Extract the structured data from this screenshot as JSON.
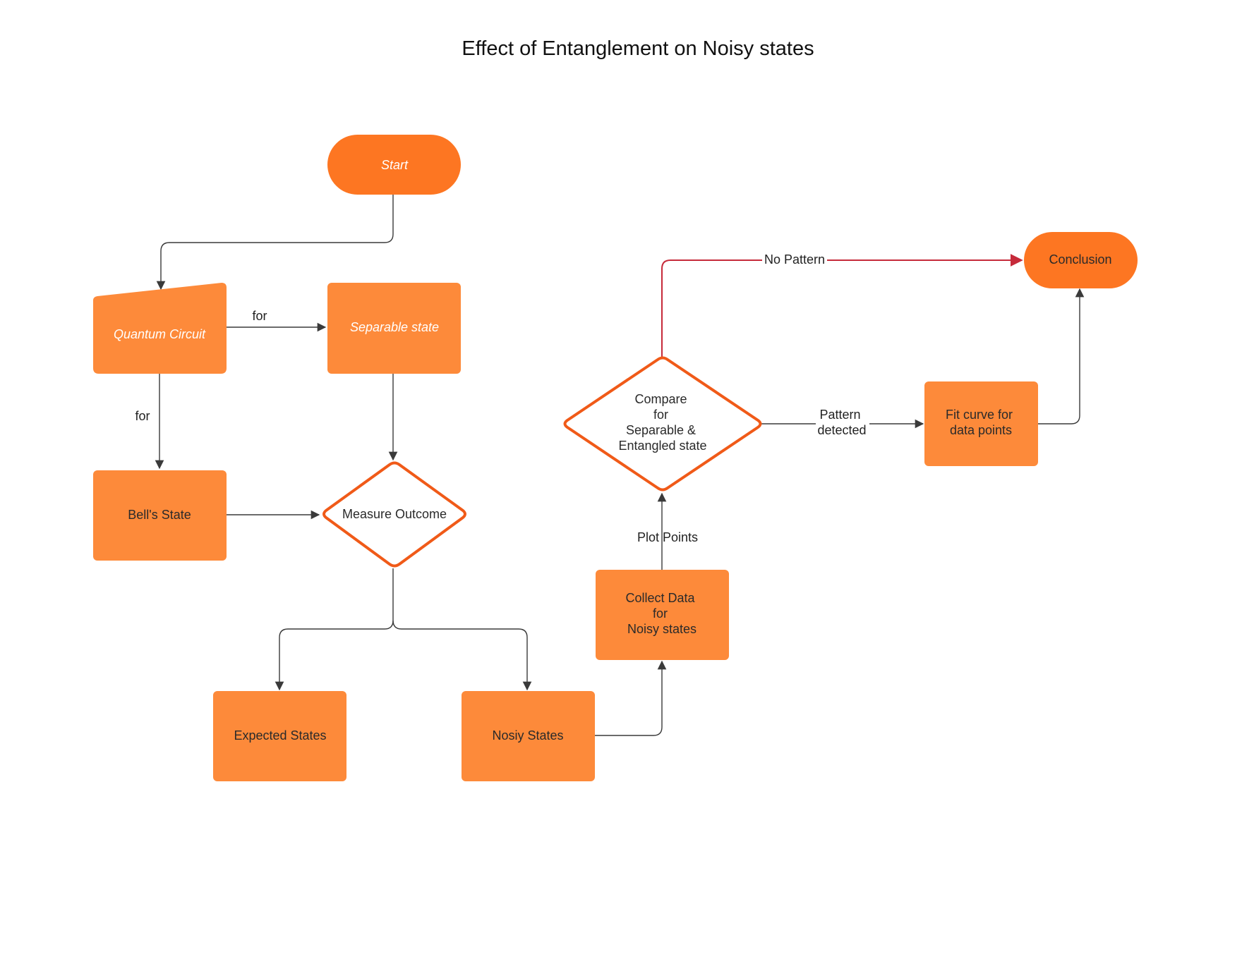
{
  "title": "Effect of Entanglement on Noisy states",
  "colors": {
    "process_fill": "#fd8a3a",
    "terminal_fill": "#fd7622",
    "decision_stroke": "#f05a18",
    "edge": "#3a3a3a",
    "edge_highlight": "#c62a3a"
  },
  "nodes": {
    "start": {
      "shape": "terminal",
      "label": "Start"
    },
    "quantum_circuit": {
      "shape": "manual-input",
      "label": "Quantum Circuit"
    },
    "separable_state": {
      "shape": "process",
      "label": "Separable state"
    },
    "bells_state": {
      "shape": "process",
      "label": "Bell's State"
    },
    "measure_outcome": {
      "shape": "decision",
      "label": "Measure Outcome"
    },
    "expected_states": {
      "shape": "process",
      "label": "Expected States"
    },
    "noisy_states": {
      "shape": "process",
      "label": "Nosiy States"
    },
    "collect_data": {
      "shape": "process",
      "lines": [
        "Collect Data",
        "for",
        "Noisy states"
      ]
    },
    "compare": {
      "shape": "decision",
      "lines": [
        "Compare",
        "for",
        "Separable &",
        "Entangled state"
      ]
    },
    "fit_curve": {
      "shape": "process",
      "lines": [
        "Fit curve for",
        "data points"
      ]
    },
    "conclusion": {
      "shape": "terminal",
      "label": "Conclusion"
    }
  },
  "edges": {
    "qc_to_separable": {
      "label": "for"
    },
    "qc_to_bell": {
      "label": "for"
    },
    "plot_points": {
      "label": "Plot Points"
    },
    "no_pattern": {
      "label": "No Pattern"
    },
    "pattern_detected": {
      "lines": [
        "Pattern",
        "detected"
      ]
    }
  }
}
